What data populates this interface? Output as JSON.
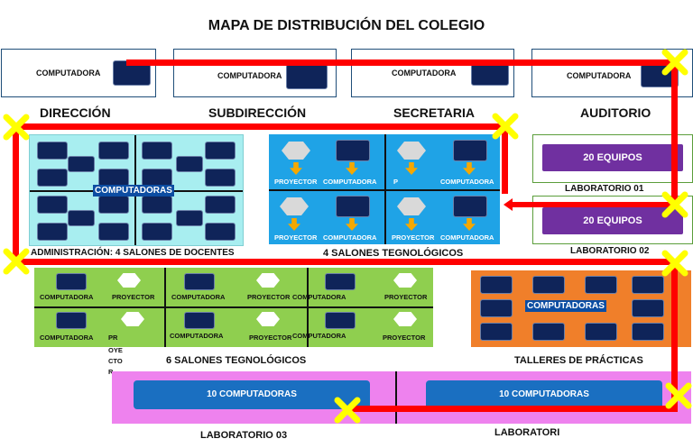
{
  "title": "MAPA DE DISTRIBUCIÓN DEL COLEGIO",
  "offices": [
    {
      "label": "COMPUTADORA"
    },
    {
      "label": "COMPUTADORA"
    },
    {
      "label": "COMPUTADORA"
    },
    {
      "label": "COMPUTADORA"
    }
  ],
  "headings": {
    "direccion": "DIRECCIÓN",
    "subdireccion": "SUBDIRECCIÓN",
    "secretaria": "SECRETARIA",
    "auditorio": "AUDITORIO"
  },
  "admin": {
    "center_label": "COMPUTADORAS",
    "caption": "ADMINISTRACIÓN: 4 SALONES DE DOCENTES"
  },
  "tech4": {
    "caption": "4 SALONES TEGNOLÓGICOS",
    "row1": [
      "PROYECTOR",
      "COMPUTADORA",
      "P",
      "COMPUTADORA"
    ],
    "row2": [
      "PROYECTOR",
      "COMPUTADORA",
      "PROYECTOR",
      "COMPUTADORA"
    ]
  },
  "lab01": {
    "button": "20 EQUIPOS",
    "caption": "LABORATORIO 01"
  },
  "lab02": {
    "button": "20 EQUIPOS",
    "caption": "LABORATORIO 02"
  },
  "tech6": {
    "caption": "6 SALONES TEGNOLÓGICOS",
    "row1": [
      "COMPUTADORA",
      "PROYECTOR",
      "COMPUTADORA",
      "PROYECTOR",
      "COMPUTADORA",
      "PROYECTOR"
    ],
    "row2": [
      "COMPUTADORA",
      "PR",
      "OYE",
      "CTO",
      "R",
      "COMPUTADORA",
      "PROYECTOR",
      "COMPUTADORA",
      "PROYECTOR"
    ]
  },
  "talleres": {
    "center_label": "COMPUTADORAS",
    "caption": "TALLERES DE PRÁCTICAS"
  },
  "lab03": {
    "button": "10 COMPUTADORAS",
    "caption": "LABORATORIO 03"
  },
  "lab04": {
    "button": "10 COMPUTADORAS",
    "caption": "LABORATORI"
  },
  "colors": {
    "route": "#ff0000",
    "admin_bg": "#a8eef0",
    "tech4_bg": "#1fa3e6",
    "tech6_bg": "#8fcf4f",
    "talleres_bg": "#f07f2a",
    "labs_bg": "#ee82ee",
    "purple": "#7030a0",
    "marker": "#ffff00"
  }
}
